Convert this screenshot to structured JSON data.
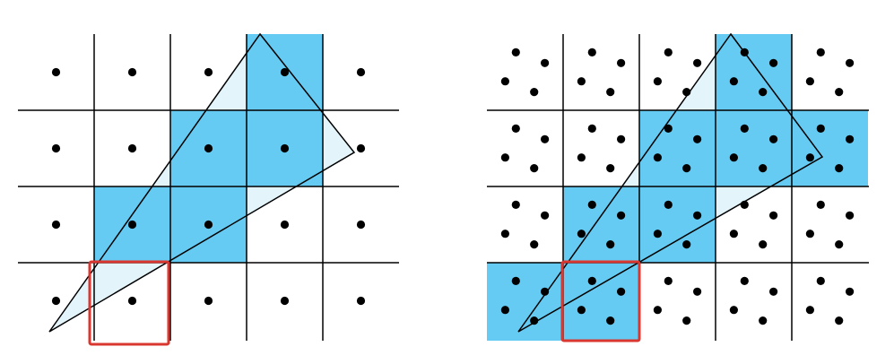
{
  "colors": {
    "background": "#ffffff",
    "covered_cell": "#66cbf2",
    "triangle_fill": "#dff2fa",
    "grid_line": "#000000",
    "sample_dot": "#000000",
    "highlight_box": "#d9372f"
  },
  "diagrams": [
    {
      "name": "single-sample",
      "cols": 5,
      "rows": 4,
      "samples_per_pixel": 1,
      "sample_pattern": [
        [
          0.5,
          0.5
        ]
      ],
      "covered_cells": [
        [
          3,
          0
        ],
        [
          2,
          1
        ],
        [
          3,
          1
        ],
        [
          1,
          2
        ],
        [
          2,
          2
        ]
      ],
      "highlighted_cell": [
        1,
        3
      ]
    },
    {
      "name": "multi-sample-4x",
      "cols": 5,
      "rows": 4,
      "samples_per_pixel": 4,
      "sample_pattern": [
        [
          0.38,
          0.24
        ],
        [
          0.76,
          0.38
        ],
        [
          0.24,
          0.62
        ],
        [
          0.62,
          0.76
        ]
      ],
      "covered_cells": [
        [
          3,
          0
        ],
        [
          2,
          1
        ],
        [
          3,
          1
        ],
        [
          4,
          1
        ],
        [
          1,
          2
        ],
        [
          2,
          2
        ],
        [
          0,
          3
        ],
        [
          1,
          3
        ]
      ],
      "highlighted_cell": [
        1,
        3
      ]
    }
  ]
}
